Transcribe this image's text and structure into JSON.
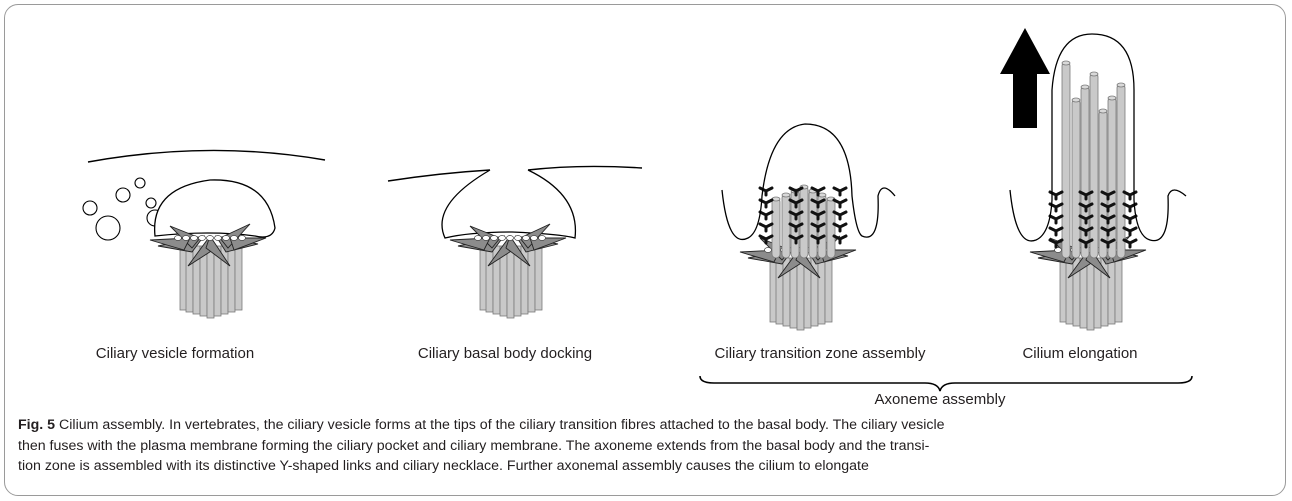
{
  "stages": [
    {
      "label": "Ciliary vesicle formation"
    },
    {
      "label": "Ciliary basal body docking"
    },
    {
      "label": "Ciliary transition zone assembly"
    },
    {
      "label": "Cilium elongation"
    }
  ],
  "group_label": "Axoneme assembly",
  "caption": {
    "figure_label": "Fig. 5",
    "title": "Cilium assembly.",
    "lines": [
      "In vertebrates, the ciliary vesicle forms at the tips of the ciliary transition fibres attached to the basal body. The ciliary vesicle",
      "then fuses with the plasma membrane forming the ciliary pocket and ciliary membrane. The axoneme extends from the basal body and the transi-",
      "tion zone is assembled with its distinctive Y-shaped links and ciliary necklace. Further axonemal assembly causes the cilium to elongate"
    ]
  },
  "colors": {
    "microtubule_fill": "#c9c9c9",
    "microtubule_stroke": "#7a7a7a",
    "fibre_fill": "#8c8c8c",
    "link_color": "#111111",
    "membrane_stroke": "#000000"
  }
}
